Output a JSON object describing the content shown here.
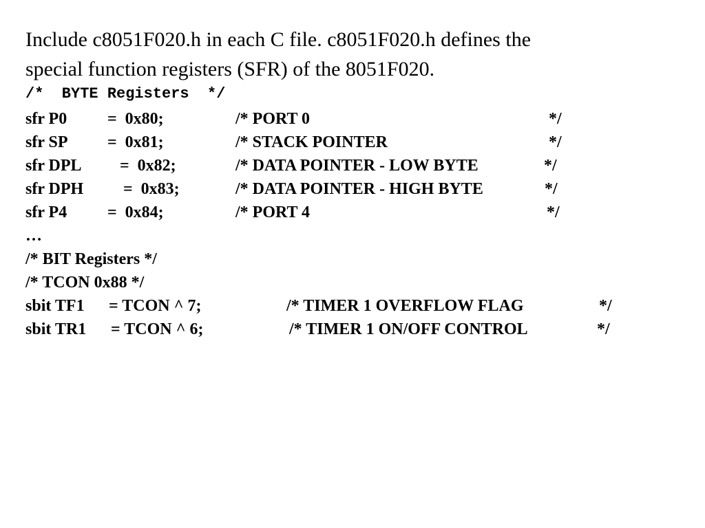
{
  "intro": {
    "line1": "Include c8051F020.h in each C file. c8051F020.h defines the",
    "line2": "special function registers (SFR) of the 8051F020."
  },
  "byte_header": "/*  BYTE Registers  */",
  "sfr_lines": [
    {
      "decl": "sfr P0",
      "assign": "=  0x80;",
      "comment": "/* PORT 0",
      "close": "*/"
    },
    {
      "decl": "sfr SP",
      "assign": "=  0x81;",
      "comment": "/* STACK POINTER",
      "close": "*/"
    },
    {
      "decl": "sfr DPL",
      "assign": "=  0x82;",
      "comment": "/* DATA POINTER - LOW BYTE",
      "close": "*/"
    },
    {
      "decl": "sfr DPH",
      "assign": "=  0x83;",
      "comment": "/* DATA POINTER - HIGH BYTE",
      "close": "*/"
    },
    {
      "decl": "sfr P4",
      "assign": "=  0x84;",
      "comment": "/* PORT 4",
      "close": "*/"
    }
  ],
  "ellipsis": "…",
  "bit_header": "/*  BIT Registers  */",
  "tcon_header": "/*  TCON  0x88 */",
  "sbit_lines": [
    {
      "decl": "sbit TF1",
      "assign": "= TCON ^ 7;",
      "comment": "/* TIMER 1 OVERFLOW FLAG",
      "close": "*/"
    },
    {
      "decl": "sbit TR1",
      "assign": "= TCON ^ 6;",
      "comment": "/* TIMER 1 ON/OFF CONTROL",
      "close": "*/"
    }
  ]
}
